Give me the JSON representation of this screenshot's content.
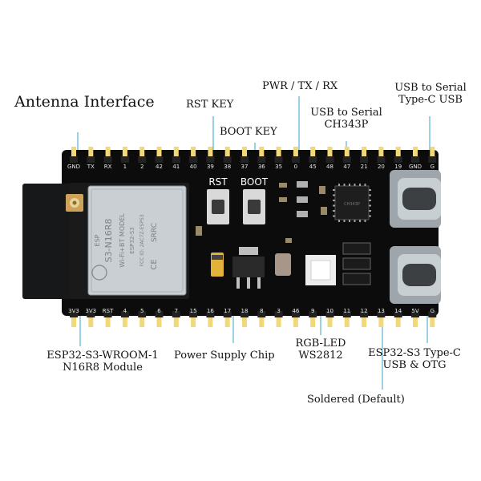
{
  "callouts": {
    "antenna": "Antenna Interface",
    "rst_key": "RST KEY",
    "boot_key": "BOOT KEY",
    "pwr_tx_rx": "PWR / TX / RX",
    "usb_serial_chip_l1": "USB to Serial",
    "usb_serial_chip_l2": "CH343P",
    "usb_serial_typec_l1": "USB to Serial",
    "usb_serial_typec_l2": "Type-C USB",
    "module_l1": "ESP32-S3-WROOM-1",
    "module_l2": "N16R8 Module",
    "power_chip": "Power Supply Chip",
    "rgb_l1": "RGB-LED",
    "rgb_l2": "WS2812",
    "esp_typec_l1": "ESP32-S3 Type-C",
    "esp_typec_l2": "USB & OTG",
    "soldered": "Soldered (Default)"
  },
  "board": {
    "top_pins": [
      "GND",
      "TX",
      "RX",
      "1",
      "2",
      "42",
      "41",
      "40",
      "39",
      "38",
      "37",
      "36",
      "35",
      "0",
      "45",
      "48",
      "47",
      "21",
      "20",
      "19",
      "GND",
      "G"
    ],
    "bottom_pins": [
      "3V3",
      "3V3",
      "RST",
      "4",
      "5",
      "6",
      "7",
      "15",
      "16",
      "17",
      "18",
      "8",
      "3",
      "46",
      "9",
      "10",
      "11",
      "12",
      "13",
      "14",
      "5V",
      "G"
    ],
    "rst_label": "RST",
    "boot_label": "BOOT",
    "module_text": [
      "S3-N16R8",
      "Wi-Fi+BT MODEL",
      "ESP32-S3",
      "FCC ID: 2AC7Z-ESPS3",
      "CE"
    ],
    "module_side_mark": "ESP",
    "vendor_mark": "SRRC",
    "chip_label": "CH343P",
    "colors": {
      "pcb": "#0c0c0c",
      "shield": "#c9cfd3",
      "antenna": "#17181a",
      "pins": "#f1d87a"
    }
  }
}
